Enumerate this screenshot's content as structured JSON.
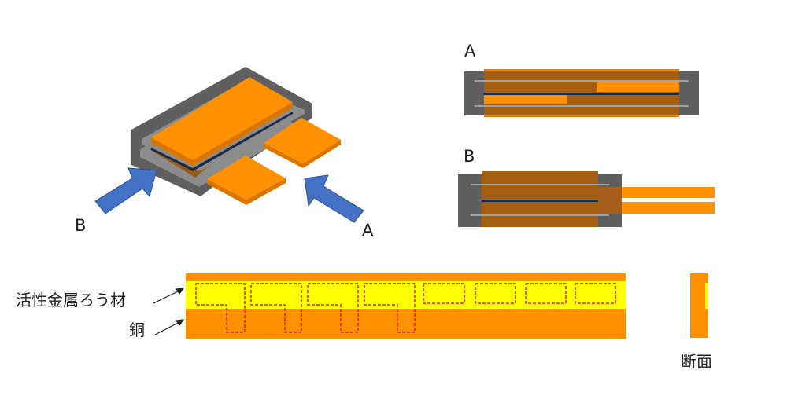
{
  "labels": {
    "view_a": "A",
    "view_b": "B",
    "arrow_a": "A",
    "arrow_b": "B",
    "brazing_material": "活性金属ろう材",
    "copper": "銅",
    "cross_section": "断面"
  },
  "colors": {
    "copper_orange": "#ff9000",
    "copper_dark": "#9a5a14",
    "case_gray": "#5f5f5f",
    "plate_gray": "#9a9a9a",
    "brazing_yellow": "#ffff00",
    "dashed_red": "#e0201c",
    "arrow_blue": "#4472c4",
    "insulator_navy": "#1a2a44"
  }
}
